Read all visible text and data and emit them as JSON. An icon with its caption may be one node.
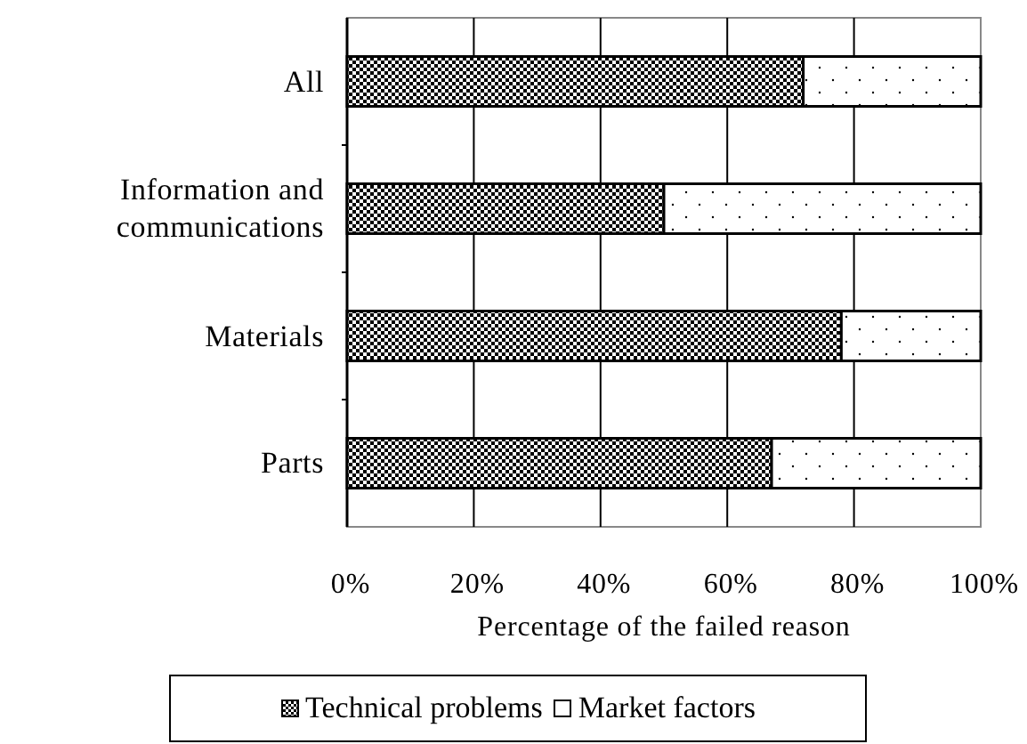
{
  "diagram": {
    "chart_data": {
      "type": "bar",
      "orientation": "horizontal",
      "stacked": true,
      "grid": true,
      "legend": "bottom",
      "xlabel": "Percentage of the failed reason",
      "categories": [
        "All",
        "Information and communications",
        "Materials",
        "Parts"
      ],
      "series": [
        {
          "name": "Technical problems",
          "color": "#000000",
          "values": [
            72,
            50,
            78,
            67
          ]
        },
        {
          "name": "Market factors",
          "color": "#ffffff",
          "values": [
            28,
            50,
            22,
            33
          ]
        }
      ],
      "xlim": [
        0,
        100
      ],
      "xticks": [
        {
          "value": 0,
          "label": "0%"
        },
        {
          "value": 20,
          "label": "20%"
        },
        {
          "value": 40,
          "label": "40%"
        },
        {
          "value": 60,
          "label": "60%"
        },
        {
          "value": 80,
          "label": "80%"
        },
        {
          "value": 100,
          "label": "100%"
        }
      ]
    }
  }
}
